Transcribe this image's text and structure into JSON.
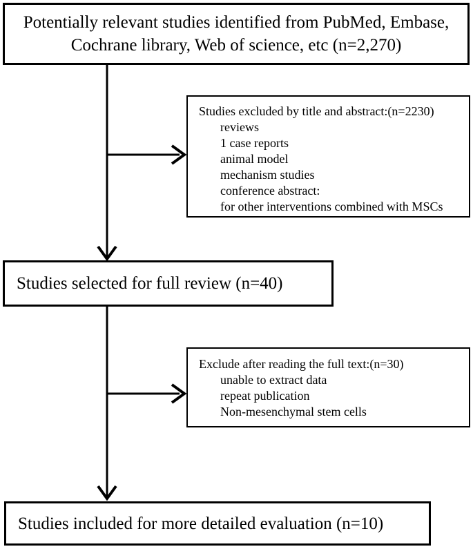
{
  "diagram": {
    "type": "flowchart",
    "boxes": {
      "identified": {
        "text": "Potentially relevant studies identified from PubMed, Embase, Cochrane library, Web of science, etc (n=2,270)"
      },
      "excluded_title_abstract": {
        "title": "Studies excluded by title and abstract:(n=2230)",
        "items": [
          "reviews",
          "1 case reports",
          "animal model",
          "mechanism studies",
          "conference abstract:",
          "for other interventions combined with MSCs"
        ]
      },
      "full_review": {
        "text": "Studies selected for full review (n=40)"
      },
      "excluded_full_text": {
        "title": "Exclude after reading the full text:(n=30)",
        "items": [
          "unable to extract data",
          "repeat publication",
          "Non-mesenchymal stem cells"
        ]
      },
      "included": {
        "text": "Studies included for more detailed evaluation (n=10)"
      }
    },
    "colors": {
      "background": "#ffffff",
      "border": "#000000",
      "text": "#000000",
      "arrow": "#000000"
    }
  }
}
